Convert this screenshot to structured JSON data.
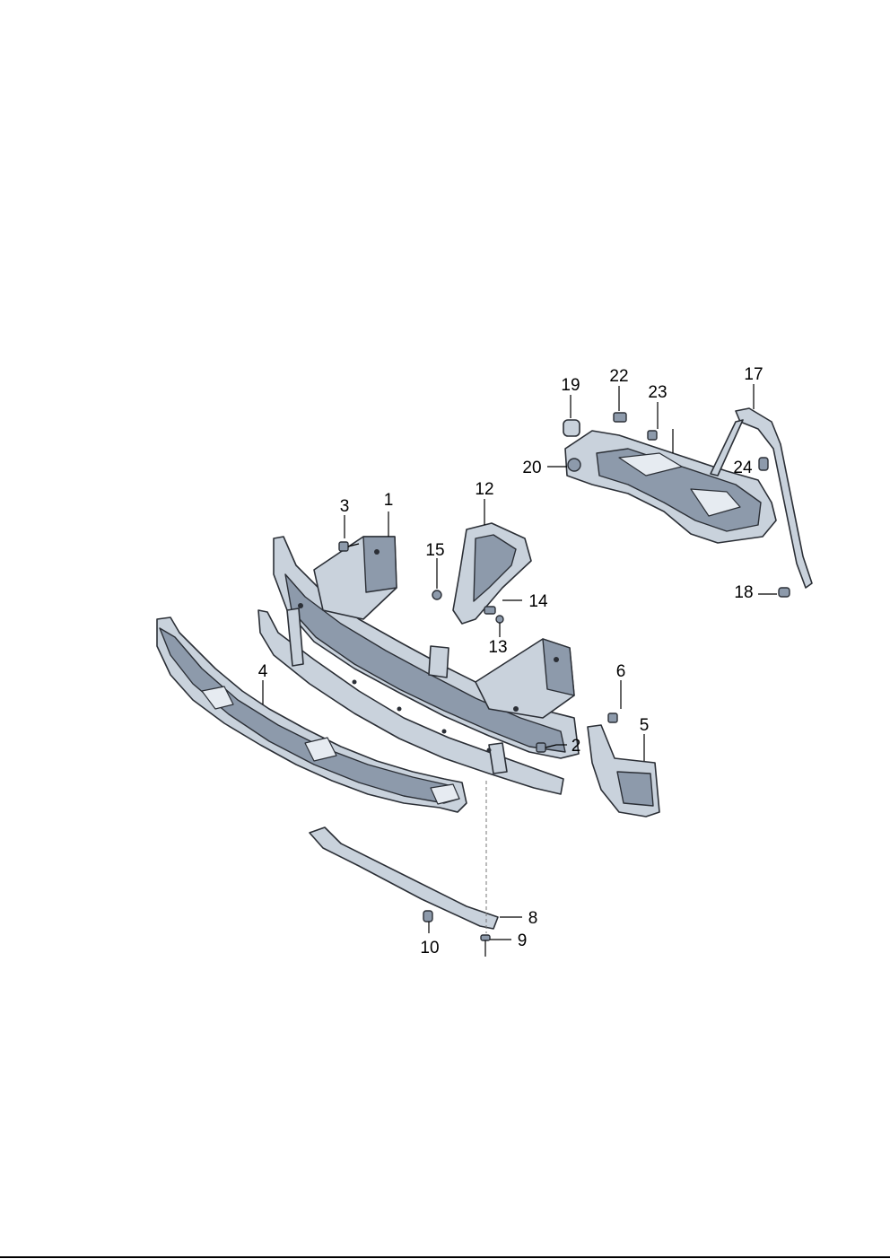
{
  "diagram": {
    "labels": [
      "1",
      "2",
      "3",
      "4",
      "5",
      "6",
      "8",
      "9",
      "10",
      "12",
      "13",
      "14",
      "15",
      "17",
      "18",
      "19",
      "20",
      "22",
      "23",
      "24"
    ]
  },
  "colors": {
    "part_fill": "#c9d2dc",
    "part_shadow": "#8d9aab",
    "outline": "#2b2f36"
  }
}
